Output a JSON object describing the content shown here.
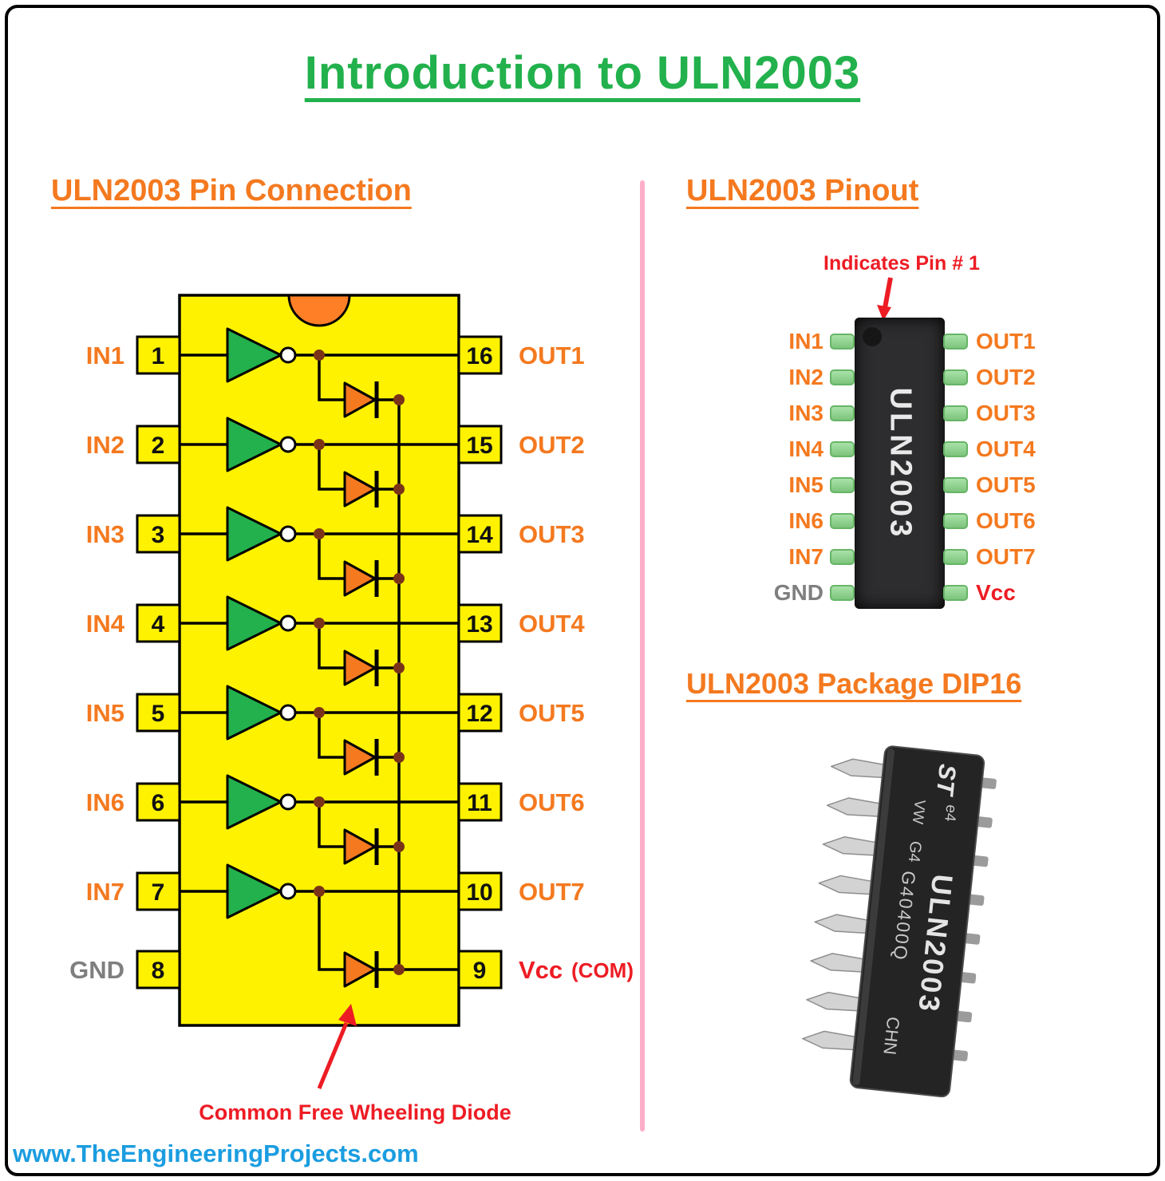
{
  "title": "Introduction to ULN2003",
  "colors": {
    "title_green": "#22B14C",
    "accent_orange": "#F4791F",
    "body_yellow": "#FFF200",
    "diode_orange": "#FF7F27",
    "red": "#ED1C24",
    "gray": "#7F7F7F",
    "footer_blue": "#1B9DE0",
    "divider_pink": "#FFAEC9"
  },
  "pin_connection": {
    "heading": "ULN2003 Pin Connection",
    "left_pins": [
      {
        "num": "1",
        "label": "IN1"
      },
      {
        "num": "2",
        "label": "IN2"
      },
      {
        "num": "3",
        "label": "IN3"
      },
      {
        "num": "4",
        "label": "IN4"
      },
      {
        "num": "5",
        "label": "IN5"
      },
      {
        "num": "6",
        "label": "IN6"
      },
      {
        "num": "7",
        "label": "IN7"
      },
      {
        "num": "8",
        "label": "GND"
      }
    ],
    "right_pins": [
      {
        "num": "16",
        "label": "OUT1"
      },
      {
        "num": "15",
        "label": "OUT2"
      },
      {
        "num": "14",
        "label": "OUT3"
      },
      {
        "num": "13",
        "label": "OUT4"
      },
      {
        "num": "12",
        "label": "OUT5"
      },
      {
        "num": "11",
        "label": "OUT6"
      },
      {
        "num": "10",
        "label": "OUT7"
      },
      {
        "num": "9",
        "label": "Vcc",
        "label_suffix": "(COM)"
      }
    ],
    "annotation": "Common Free Wheeling Diode"
  },
  "pinout": {
    "heading": "ULN2003 Pinout",
    "pin1_note": "Indicates Pin # 1",
    "chip_label": "ULN2003",
    "left_labels": [
      "IN1",
      "IN2",
      "IN3",
      "IN4",
      "IN5",
      "IN6",
      "IN7",
      "GND"
    ],
    "right_labels": [
      "OUT1",
      "OUT2",
      "OUT3",
      "OUT4",
      "OUT5",
      "OUT6",
      "OUT7",
      "Vcc"
    ]
  },
  "package": {
    "heading": "ULN2003 Package DIP16",
    "markings": {
      "brand": "ST",
      "cert": "e4",
      "code": "VW",
      "grade": "G4",
      "part": "ULN2003",
      "lot": "G40400Q",
      "country": "CHN"
    }
  },
  "footer": {
    "site": "www.TheEngineeringProjects.com"
  }
}
